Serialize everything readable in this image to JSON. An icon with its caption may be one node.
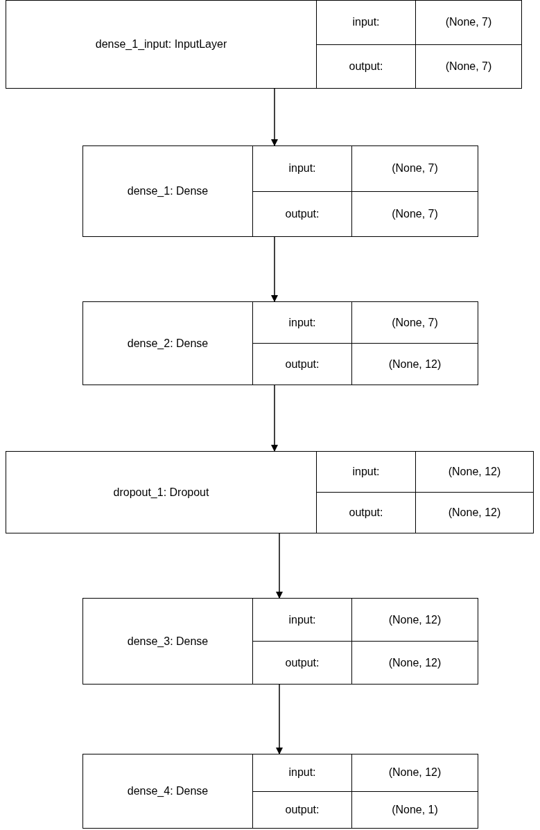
{
  "diagram": {
    "nodes": [
      {
        "text": [
          "dense_1_input: InputLayer",
          "input:",
          "(None, 7)",
          "output:",
          "(None, 7)"
        ]
      },
      {
        "text": [
          "dense_1: Dense",
          "input:",
          "(None, 7)",
          "output:",
          "(None, 7)"
        ]
      },
      {
        "text": [
          "dense_2: Dense",
          "input:",
          "(None, 7)",
          "output:",
          "(None, 12)"
        ]
      },
      {
        "text": [
          "dropout_1: Dropout",
          "input:",
          "(None, 12)",
          "output:",
          "(None, 12)"
        ]
      },
      {
        "text": [
          "dense_3: Dense",
          "input:",
          "(None, 12)",
          "output:",
          "(None, 12)"
        ]
      },
      {
        "text": [
          "dense_4: Dense",
          "input:",
          "(None, 12)",
          "output:",
          "(None, 1)"
        ]
      }
    ],
    "edges": [
      {
        "from": 0,
        "to": 1,
        "arrow": "to"
      },
      {
        "from": 1,
        "to": 2,
        "arrow": "to"
      },
      {
        "from": 2,
        "to": 3,
        "arrow": "to"
      },
      {
        "from": 3,
        "to": 4,
        "arrow": "to"
      },
      {
        "from": 4,
        "to": 5,
        "arrow": "to"
      }
    ]
  }
}
